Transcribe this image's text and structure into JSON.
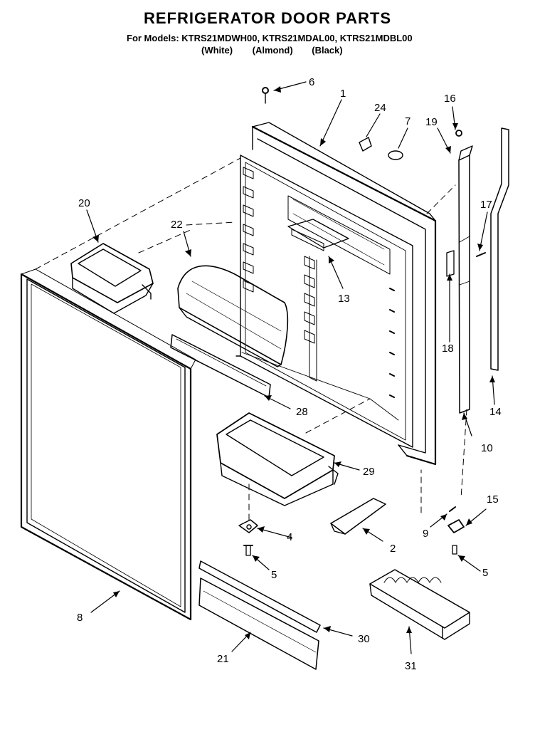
{
  "header": {
    "title": "REFRIGERATOR DOOR PARTS",
    "models_line": "For Models: KTRS21MDWH00, KTRS21MDAL00, KTRS21MDBL00",
    "color_white": "(White)",
    "color_almond": "(Almond)",
    "color_black": "(Black)"
  },
  "callouts": {
    "c1": "1",
    "c2": "2",
    "c4": "4",
    "c5a": "5",
    "c5b": "5",
    "c6": "6",
    "c7": "7",
    "c8": "8",
    "c9": "9",
    "c10": "10",
    "c13": "13",
    "c14": "14",
    "c15": "15",
    "c16": "16",
    "c17": "17",
    "c18": "18",
    "c19": "19",
    "c20": "20",
    "c21": "21",
    "c22": "22",
    "c24": "24",
    "c28": "28",
    "c29": "29",
    "c30": "30",
    "c31": "31"
  }
}
